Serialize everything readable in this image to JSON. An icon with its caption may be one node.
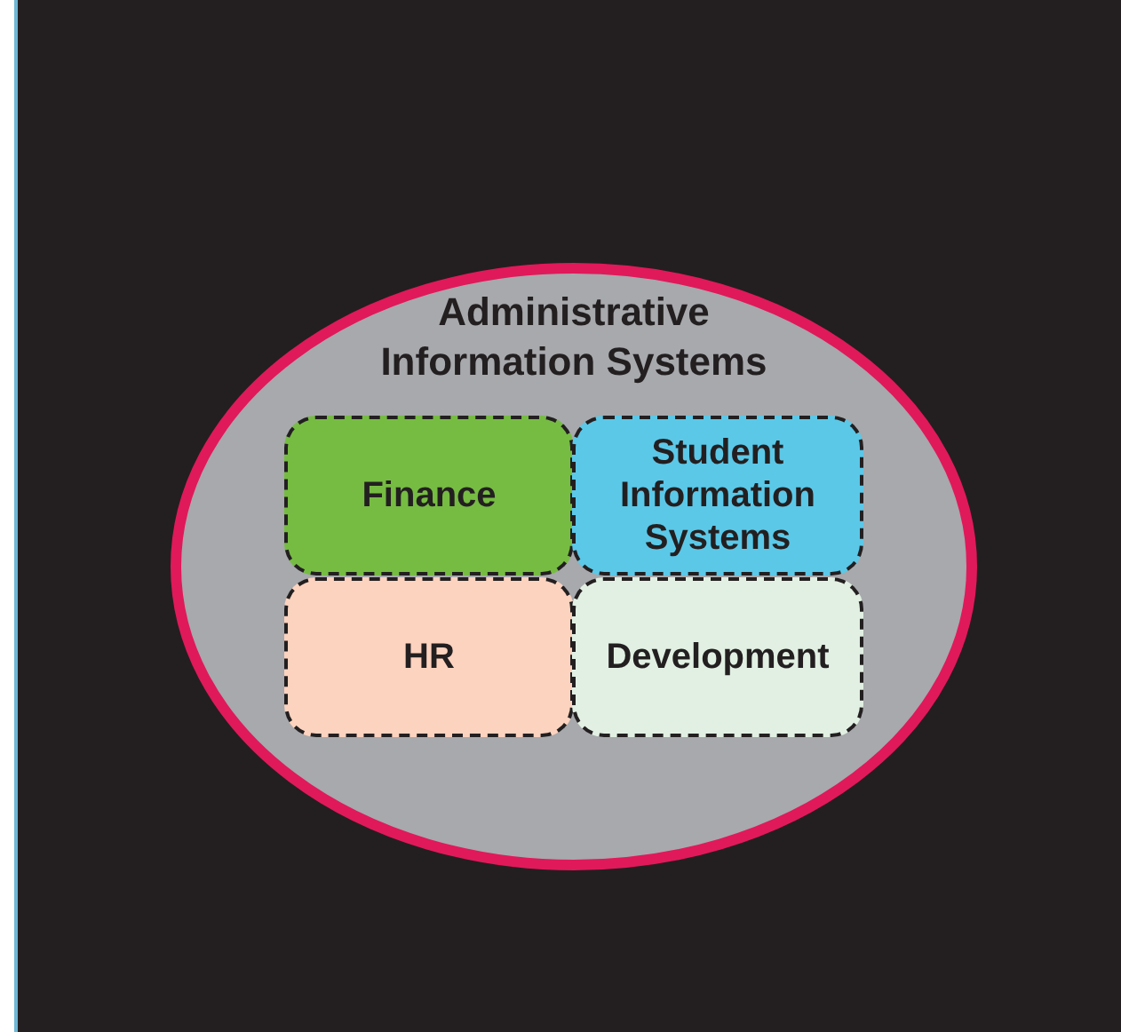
{
  "diagram": {
    "nodes": [
      {
        "text": [
          "Administrative Information Systems"
        ]
      },
      {
        "text": [
          "Finance"
        ],
        "in": 0
      },
      {
        "text": [
          "Student Information Systems"
        ],
        "in": 0
      },
      {
        "text": [
          "HR"
        ],
        "in": 0
      },
      {
        "text": [
          "Development"
        ],
        "in": 0
      }
    ]
  }
}
